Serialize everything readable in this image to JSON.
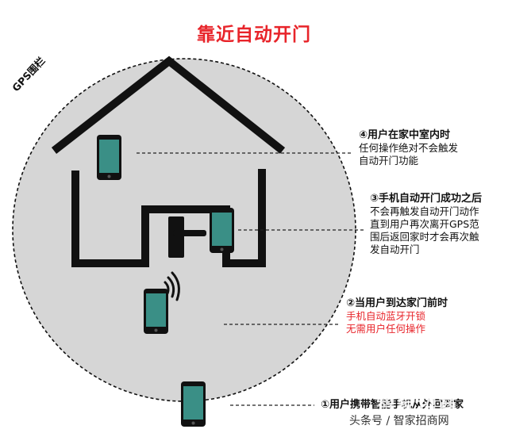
{
  "title": "靠近自动开门",
  "fence_label": "GPS围栏",
  "steps": [
    {
      "head": "④用户在家中室内时",
      "lines": [
        "任何操作绝对不会触发",
        "自动开门功能"
      ],
      "line_color": "#111111"
    },
    {
      "head": "③手机自动开门成功之后",
      "lines": [
        "不会再触发自动开门动作",
        "直到用户再次离开GPS范",
        "围后返回家时才会再次触",
        "发自动开门"
      ],
      "line_color": "#111111"
    },
    {
      "head": "②当用户到达家门前时",
      "lines": [
        "手机自动蓝牙开锁",
        "无需用户任何操作"
      ],
      "line_color": "#e8242a"
    },
    {
      "head": "①用户携带智能手机从外回到家",
      "lines": [],
      "line_color": "#111111"
    }
  ],
  "watermark": "智家招商",
  "credit": "头条号 / 智家招商网",
  "colors": {
    "title_red": "#e8242a",
    "circle_fill": "#d6d6d6",
    "house_stroke": "#111111",
    "phone_screen": "#3a8f86",
    "phone_body": "#111111"
  },
  "icons": [
    "smartphone-icon",
    "bluetooth-signal-icon",
    "door-lock-icon"
  ]
}
